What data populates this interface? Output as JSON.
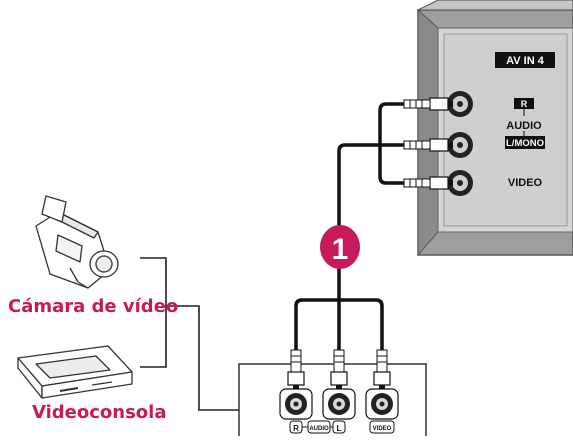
{
  "panel": {
    "jack_group_label": "AV IN 4",
    "r_label": "R",
    "audio_label": "AUDIO",
    "lmono_label": "L/MONO",
    "video_label": "VIDEO"
  },
  "callout": {
    "number": "1"
  },
  "devices": {
    "camera_label": "Cámara de vídeo",
    "console_label": "Videoconsola"
  },
  "source_jacks": {
    "r_label": "R",
    "audio_label": "AUDIO",
    "l_label": "L",
    "video_label": "VIDEO"
  },
  "colors": {
    "label_accent": "#c8195a",
    "callout_fill": "#c8195a",
    "panel_fill": "#a9a9a9",
    "panel_inner": "#cfcfcf",
    "cable": "#111111"
  }
}
